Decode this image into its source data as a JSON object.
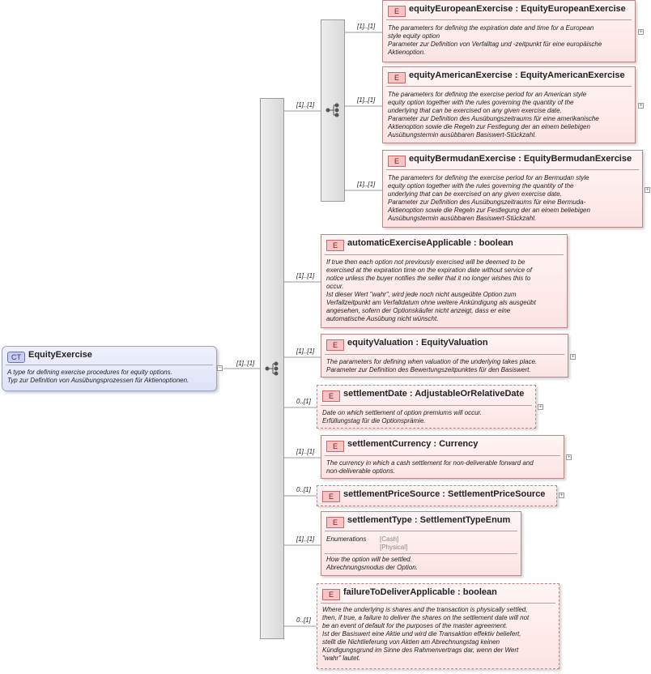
{
  "complex_type": {
    "badge": "CT",
    "name": "EquityExercise",
    "doc": "A type for defining exercise procedures for equity options.\nTyp zur Definition von Ausübungsprozessen für Aktienoptionen."
  },
  "cardinalities": {
    "main_sequence": "[1]..[1]",
    "choice": "[1]..[1]"
  },
  "choice_elements": [
    {
      "badge": "E",
      "title": "equityEuropeanExercise : EquityEuropeanExercise",
      "card": "[1]..[1]",
      "doc": "The parameters for defining the expiration date and time for a European\nstyle equity option\nParameter zur Definition von Verfalltag und -zeitpunkt für eine europäische\nAktienoption."
    },
    {
      "badge": "E",
      "title": "equityAmericanExercise : EquityAmericanExercise",
      "card": "[1]..[1]",
      "doc": "The parameters for defining the exercise period for an American style\nequity option together with the rules governing the quantity of the\nunderlying that can be exercised on any given exercise date.\nParameter zur Definition des Ausübungszeitraums für eine amerikanische\nAktienoption sowie die Regeln zur Festlegung der an einem beliebigen\nAusübungstermin ausübbaren Basiswert-Stückzahl."
    },
    {
      "badge": "E",
      "title": "equityBermudanExercise : EquityBermudanExercise",
      "card": "[1]..[1]",
      "doc": "The parameters for defining the exercise period for an Bermudan style\nequity option together with the rules governing the quantity of the\nunderlying that can be exercised on any given exercise date.\nParameter zur Definition des Ausübungszeitraums für eine Bermuda-\nAktienoption sowie die Regeln zur Festlegung der an einem beliebigen\nAusübungstermin ausübbaren Basiswert-Stückzahl."
    }
  ],
  "elements": [
    {
      "badge": "E",
      "title": "automaticExerciseApplicable : boolean",
      "card": "[1]..[1]",
      "doc": "If true then each option not previously exercised will be deemed to be\nexercised at the expiration time on the expiration date without service of\nnotice unless the buyer notifies the seller that it no longer wishes this to\noccur.\nIst dieser Wert \"wahr\", wird jede noch nicht ausgeübte Option zum\nVerfallzeitpunkt am Verfalldatum ohne weitere Ankündigung als ausgeübt\nangesehen, sofern der Optionskäufer nicht anzeigt, dass er eine\nautomatische Ausübung nicht wünscht."
    },
    {
      "badge": "E",
      "title": "equityValuation : EquityValuation",
      "card": "[1]..[1]",
      "doc": "The parameters for defining when valuation of the underlying takes place.\nParameter zur Definition des Bewertungszeitpunktes für den Basiswert."
    },
    {
      "badge": "E",
      "title": "settlementDate : AdjustableOrRelativeDate",
      "card": "0..[1]",
      "doc": "Date on which settlement of option premiums will occur.\nErfüllungstag für die Optionsprämie."
    },
    {
      "badge": "E",
      "title": "settlementCurrency : Currency",
      "card": "[1]..[1]",
      "doc": "The currency in which a cash settlement for non-deliverable forward and\nnon-deliverable options."
    },
    {
      "badge": "E",
      "title": "settlementPriceSource : SettlementPriceSource",
      "card": "0..[1]",
      "doc": ""
    },
    {
      "badge": "E",
      "title": "settlementType : SettlementTypeEnum",
      "card": "[1]..[1]",
      "enum_label": "Enumerations",
      "enum_values": "[Cash]\n[Physical]",
      "doc": "How the option will be settled.\nAbrechnungsmodus der Option."
    },
    {
      "badge": "E",
      "title": "failureToDeliverApplicable : boolean",
      "card": "0..[1]",
      "doc": "Where the underlying is shares and the transaction is physically settled,\nthen, if true, a failure to deliver the shares on the settlement date will not\nbe an event of default for the purposes of the master agreement.\nIst der Basiswert eine Aktie und wird die Transaktion effektiv beliefert,\nstellt die Nichtlieferung von Aktien am Abrechnungstag keinen\nKündigungsgrund im Sinne des Rahmenvertrags dar, wenn der Wert\n\"wahr\" lautet."
    }
  ],
  "expander_symbol": "+",
  "collapse_symbol": "−"
}
